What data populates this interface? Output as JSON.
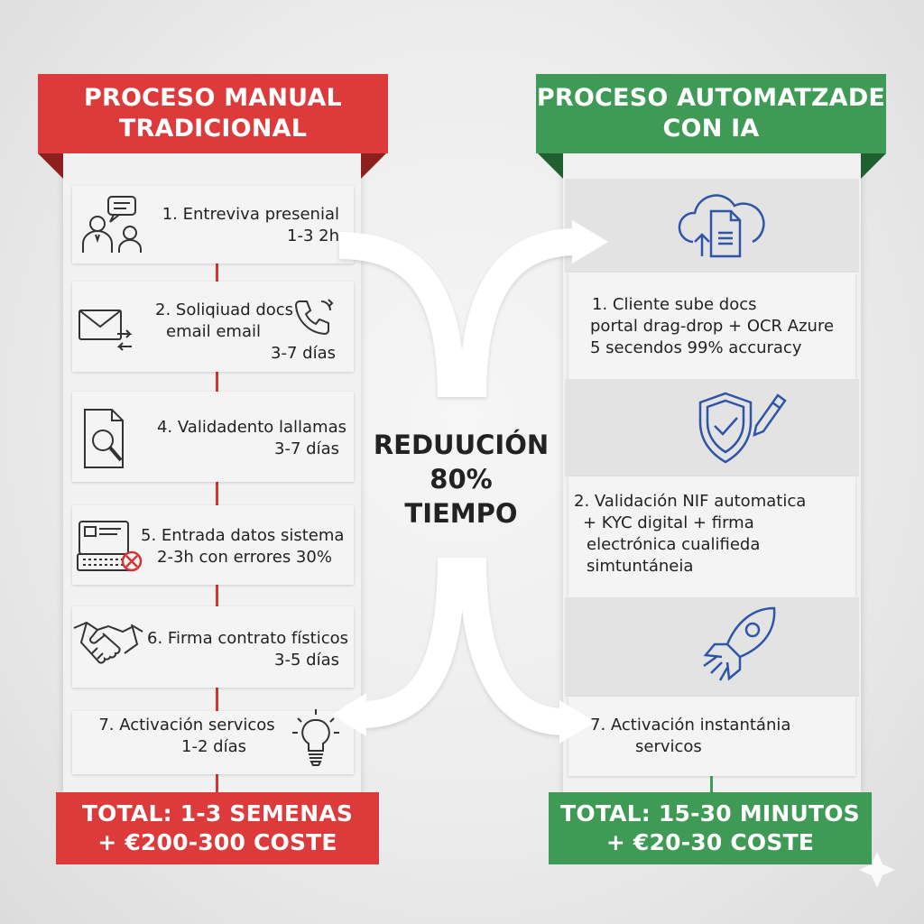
{
  "left": {
    "header": [
      "PROCESO MANUAL",
      "TRADICIONAL"
    ],
    "steps": [
      {
        "title": "1. Entreviva presenial",
        "detail": "1-3 2h"
      },
      {
        "title": "2. Soliqiuad docs",
        "subtitle": "email email",
        "detail": "3-7 días"
      },
      {
        "title": "4. Validadento lallamas",
        "detail": "3-7 días"
      },
      {
        "title": "5. Entrada datos sistema",
        "detail": "2-3h con errores 30%"
      },
      {
        "title": "6. Firma contrato físticos",
        "detail": "3-5 días"
      },
      {
        "title": "7. Activación servicos",
        "detail": "1-2 días"
      }
    ],
    "total": [
      "TOTAL: 1-3 SEMENAS",
      "+ €200-300 COSTE"
    ]
  },
  "right": {
    "header": [
      "PROCESO AUTOMATZADE",
      "CON IA"
    ],
    "steps": [
      {
        "lines": [
          "1. Cliente sube docs",
          "portal drag-drop + OCR Azure",
          "5 secendos 99% accuracy"
        ]
      },
      {
        "lines": [
          "2. Validación NIF automatica",
          "+ KYC digital + firma",
          "electrónica cualifieda",
          "simtuntáneia"
        ]
      },
      {
        "lines": [
          "7. Activación instantánia",
          "servicos"
        ]
      }
    ],
    "total": [
      "TOTAL: 15-30 MINUTOS",
      "+ €20-30 COSTE"
    ]
  },
  "center": [
    "REDUUCIÓN",
    "80%",
    "TIEMPO"
  ],
  "colors": {
    "red": "#dd3b3b",
    "green": "#3f9a55",
    "icon_blue": "#2e55a8"
  }
}
